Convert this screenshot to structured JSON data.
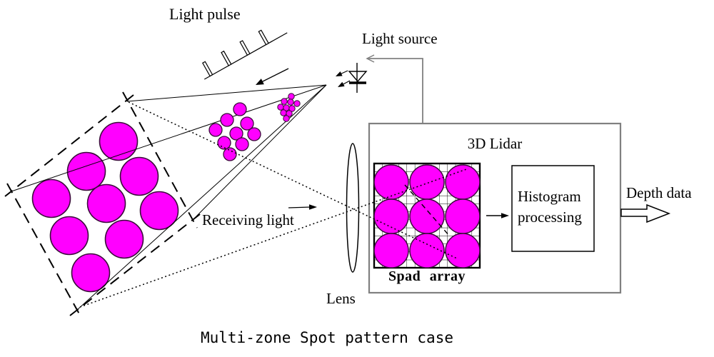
{
  "diagram": {
    "caption": "Multi-zone Spot pattern case",
    "labels": {
      "light_pulse": "Light pulse",
      "light_source": "Light source",
      "lidar_box_title": "3D Lidar",
      "receiving_light": "Receiving light",
      "lens": "Lens",
      "spad_array": "Spad array",
      "histogram_processing": "Histogram processing",
      "depth_data": "Depth data"
    },
    "icons": {
      "light_source": "led-diode",
      "lens": "convex-lens-ellipse",
      "depth_output": "hollow-right-arrow",
      "waveform": "pulse-train"
    },
    "spot_counts": {
      "target_plane_spots": 9,
      "mid_cluster_spots": 9,
      "near_cluster_spots": 10,
      "spad_array_spots": 9
    },
    "colors": {
      "spot_fill": "#FF00FF",
      "spot_stroke": "#3B0B3B",
      "line": "#000000",
      "box_border_gray": "#808080",
      "background": "#FFFFFF"
    }
  }
}
